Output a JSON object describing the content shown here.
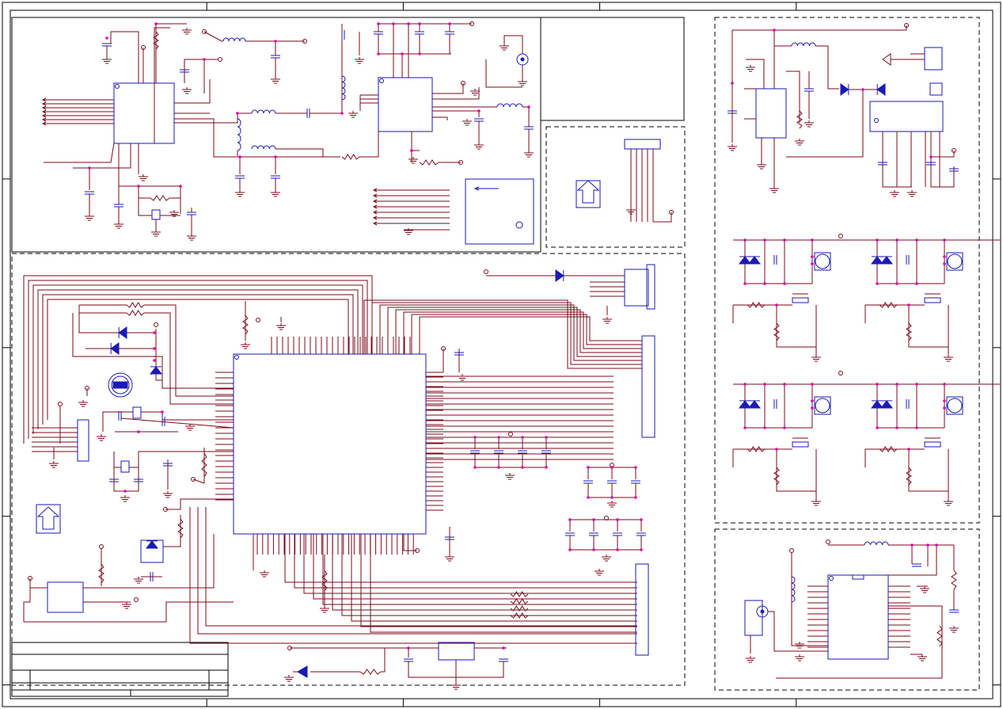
{
  "sheet": {
    "kind": "schematic",
    "border_zones": 5,
    "colors": {
      "paper": "#ffffff",
      "frame": "#000000",
      "wire": "#7a0a1a",
      "component": "#1a1ab4",
      "junction": "#e000b0",
      "ground": "#7a0a1a",
      "dashed_frame": "#000000"
    }
  },
  "title_block": {
    "rows": 4,
    "text": []
  },
  "blocks": [
    {
      "name": "rf-transceiver-block",
      "frame": "solid"
    },
    {
      "name": "notes-box",
      "frame": "solid"
    },
    {
      "name": "connector-block",
      "frame": "dashed"
    },
    {
      "name": "power-supply-block",
      "frame": "dashed"
    },
    {
      "name": "led-driver-block",
      "frame": "dashed"
    },
    {
      "name": "mcu-block",
      "frame": "dashed"
    },
    {
      "name": "audio-amp-block",
      "frame": "dashed"
    }
  ],
  "icons": {
    "ground": "ground-icon",
    "resistor": "resistor-icon",
    "capacitor": "capacitor-icon",
    "inductor": "inductor-icon",
    "diode": "diode-icon",
    "crystal": "crystal-icon",
    "antenna": "antenna-connector-icon",
    "mosfet": "mosfet-icon",
    "buzzer": "speaker-icon"
  }
}
